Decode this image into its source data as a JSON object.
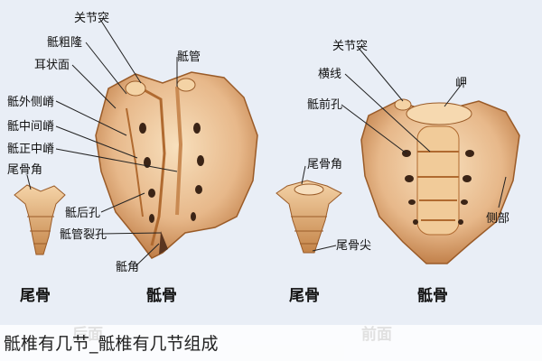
{
  "labels": {
    "back_upper": [
      "关节突",
      "骶粗隆",
      "耳状面",
      "骶外侧嵴",
      "骶中间嵴",
      "骶正中嵴",
      "骶管",
      "骶后孔",
      "骶管裂孔",
      "骶角"
    ],
    "coccyx_left": [
      "尾骨角"
    ],
    "front_upper": [
      "关节突",
      "横线",
      "岬",
      "骶前孔",
      "侧部"
    ],
    "coccyx_right": [
      "尾骨角",
      "尾骨尖"
    ]
  },
  "bottom_labels": [
    "尾骨",
    "骶骨",
    "尾骨",
    "骶骨"
  ],
  "view_labels": [
    "后面",
    "前面"
  ],
  "caption": "骶椎有几节_骶椎有几节组成",
  "colors": {
    "bone": "#e7b88a",
    "bone_dark": "#c07a42",
    "bone_light": "#f6d9b0",
    "background": "#e9eef6"
  }
}
